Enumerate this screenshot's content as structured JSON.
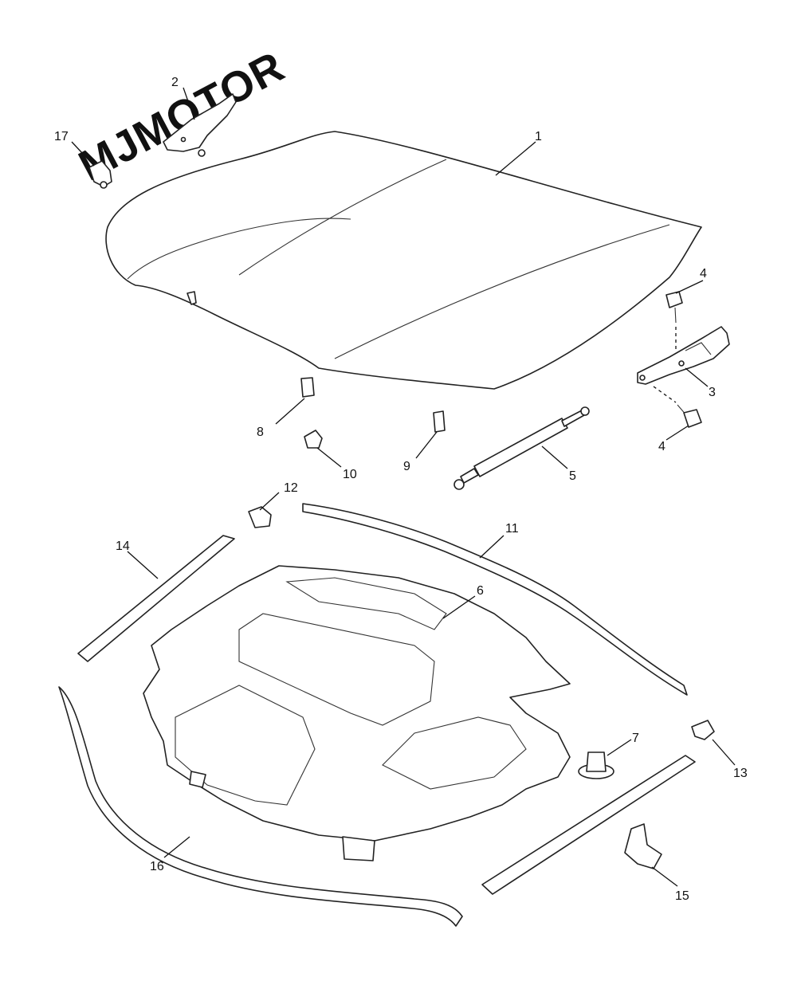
{
  "watermark": "MJMOTOR",
  "callouts": {
    "c1": "1",
    "c2": "2",
    "c3": "3",
    "c4a": "4",
    "c4b": "4",
    "c5": "5",
    "c6": "6",
    "c7": "7",
    "c8": "8",
    "c9": "9",
    "c10": "10",
    "c11": "11",
    "c12": "12",
    "c13": "13",
    "c14": "14",
    "c15": "15",
    "c16": "16",
    "c17": "17"
  }
}
